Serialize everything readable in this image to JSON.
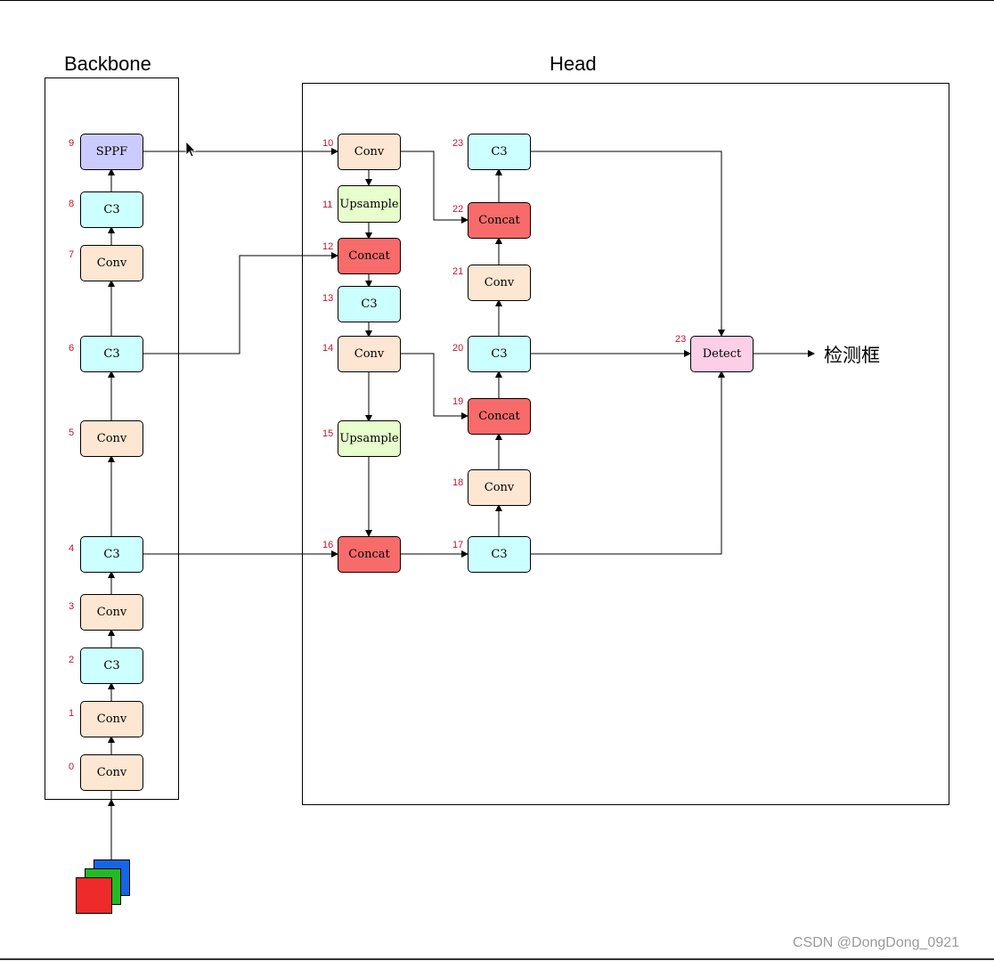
{
  "sections": {
    "backbone": "Backbone",
    "head": "Head"
  },
  "nodes": {
    "n0": {
      "label": "Conv",
      "index": "0",
      "color": "#fde6d2"
    },
    "n1": {
      "label": "Conv",
      "index": "1",
      "color": "#fde6d2"
    },
    "n2": {
      "label": "C3",
      "index": "2",
      "color": "#ccffff"
    },
    "n3": {
      "label": "Conv",
      "index": "3",
      "color": "#fde6d2"
    },
    "n4": {
      "label": "C3",
      "index": "4",
      "color": "#ccffff"
    },
    "n5": {
      "label": "Conv",
      "index": "5",
      "color": "#fde6d2"
    },
    "n6": {
      "label": "C3",
      "index": "6",
      "color": "#ccffff"
    },
    "n7": {
      "label": "Conv",
      "index": "7",
      "color": "#fde6d2"
    },
    "n8": {
      "label": "C3",
      "index": "8",
      "color": "#ccffff"
    },
    "n9": {
      "label": "SPPF",
      "index": "9",
      "color": "#cccbff"
    },
    "n10": {
      "label": "Conv",
      "index": "10",
      "color": "#fde6d2"
    },
    "n11": {
      "label": "Upsample",
      "index": "11",
      "color": "#e6ffcc"
    },
    "n12": {
      "label": "Concat",
      "index": "12",
      "color": "#f76b6b"
    },
    "n13": {
      "label": "C3",
      "index": "13",
      "color": "#ccffff"
    },
    "n14": {
      "label": "Conv",
      "index": "14",
      "color": "#fde6d2"
    },
    "n15": {
      "label": "Upsample",
      "index": "15",
      "color": "#e6ffcc"
    },
    "n16": {
      "label": "Concat",
      "index": "16",
      "color": "#f76b6b"
    },
    "n17": {
      "label": "C3",
      "index": "17",
      "color": "#ccffff"
    },
    "n18": {
      "label": "Conv",
      "index": "18",
      "color": "#fde6d2"
    },
    "n19": {
      "label": "Concat",
      "index": "19",
      "color": "#f76b6b"
    },
    "n20": {
      "label": "C3",
      "index": "20",
      "color": "#ccffff"
    },
    "n21": {
      "label": "Conv",
      "index": "21",
      "color": "#fde6d2"
    },
    "n22": {
      "label": "Concat",
      "index": "22",
      "color": "#f76b6b"
    },
    "n23": {
      "label": "C3",
      "index": "23",
      "color": "#ccffff"
    },
    "detect": {
      "label": "Detect",
      "index": "23",
      "color": "#fccfe6"
    }
  },
  "output_label": "检测框",
  "input_colors": [
    "#1565e6",
    "#22bb22",
    "#ee2a2a"
  ],
  "watermark": "CSDN @DongDong_0921"
}
